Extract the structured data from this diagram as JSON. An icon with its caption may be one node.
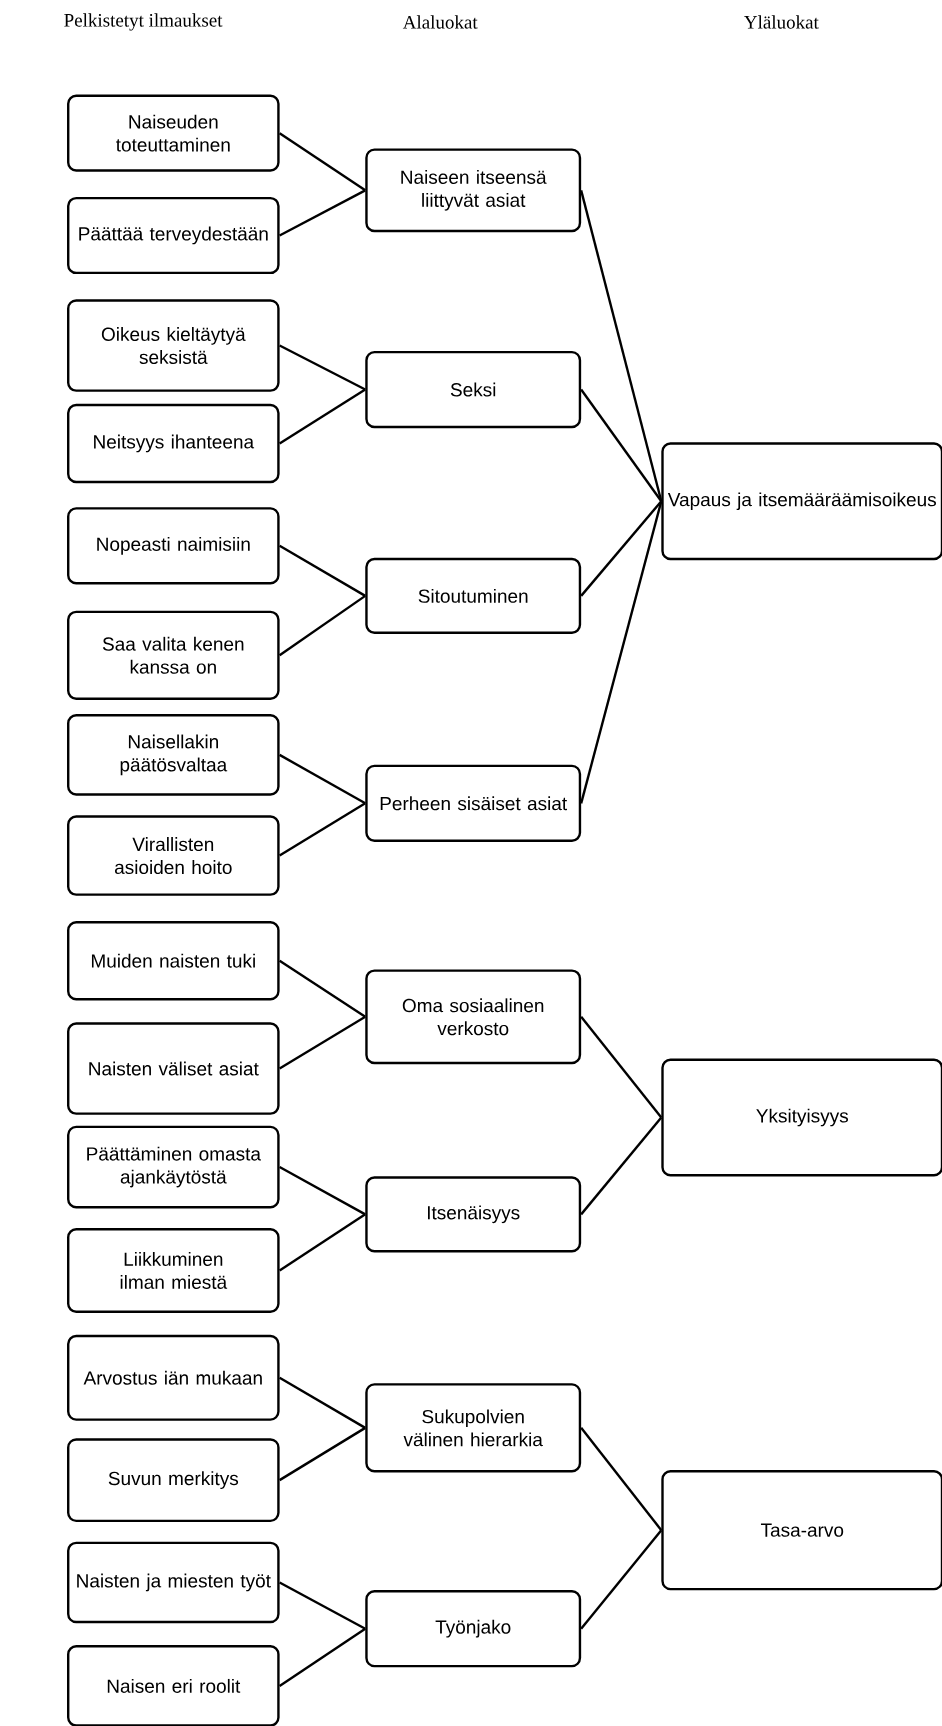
{
  "diagram": {
    "nodes": [
      {
        "text": [
          "Naiseuden toteuttaminen"
        ]
      },
      {
        "text": [
          "Päättää terveydestään"
        ]
      },
      {
        "text": [
          "Oikeus kieltäytyä seksistä"
        ]
      },
      {
        "text": [
          "Neitsyys ihanteena"
        ]
      },
      {
        "text": [
          "Nopeasti naimisiin"
        ]
      },
      {
        "text": [
          "Saa valita kenen kanssa on"
        ]
      },
      {
        "text": [
          "Naisellakin päätösvaltaa"
        ]
      },
      {
        "text": [
          "Virallisten asioiden hoito"
        ]
      },
      {
        "text": [
          "Muiden naisten tuki"
        ]
      },
      {
        "text": [
          "Naisten väliset asiat"
        ]
      },
      {
        "text": [
          "Päättäminen omasta ajankäytöstä"
        ]
      },
      {
        "text": [
          "Liikkuminen ilman miestä"
        ]
      },
      {
        "text": [
          "Arvostus iän mukaan"
        ]
      },
      {
        "text": [
          "Suvun merkitys"
        ]
      },
      {
        "text": [
          "Naisten ja miesten työt"
        ]
      },
      {
        "text": [
          "Naisen eri roolit"
        ]
      },
      {
        "text": [
          "Naiseen itseensä liittyvät asiat"
        ]
      },
      {
        "text": [
          "Seksi"
        ]
      },
      {
        "text": [
          "Sitoutuminen"
        ]
      },
      {
        "text": [
          "Perheen sisäiset asiat"
        ]
      },
      {
        "text": [
          "Oma sosiaalinen verkosto"
        ]
      },
      {
        "text": [
          "Itsenäisyys"
        ]
      },
      {
        "text": [
          "Sukupolvien välinen hierarkia"
        ]
      },
      {
        "text": [
          "Työnjako"
        ]
      },
      {
        "text": [
          "Vapaus ja itsemääräämisoikeus"
        ]
      },
      {
        "text": [
          "Yksityisyys"
        ]
      },
      {
        "text": [
          "Tasa-arvo"
        ]
      }
    ],
    "edges": [
      {
        "from": 0,
        "to": 16,
        "arrow": "none"
      },
      {
        "from": 1,
        "to": 16,
        "arrow": "none"
      },
      {
        "from": 2,
        "to": 17,
        "arrow": "none"
      },
      {
        "from": 3,
        "to": 17,
        "arrow": "none"
      },
      {
        "from": 4,
        "to": 18,
        "arrow": "none"
      },
      {
        "from": 5,
        "to": 18,
        "arrow": "none"
      },
      {
        "from": 6,
        "to": 19,
        "arrow": "none"
      },
      {
        "from": 7,
        "to": 19,
        "arrow": "none"
      },
      {
        "from": 8,
        "to": 20,
        "arrow": "none"
      },
      {
        "from": 9,
        "to": 20,
        "arrow": "none"
      },
      {
        "from": 10,
        "to": 21,
        "arrow": "none"
      },
      {
        "from": 11,
        "to": 21,
        "arrow": "none"
      },
      {
        "from": 12,
        "to": 22,
        "arrow": "none"
      },
      {
        "from": 13,
        "to": 22,
        "arrow": "none"
      },
      {
        "from": 14,
        "to": 23,
        "arrow": "none"
      },
      {
        "from": 15,
        "to": 23,
        "arrow": "none"
      },
      {
        "from": 16,
        "to": 24,
        "arrow": "none"
      },
      {
        "from": 17,
        "to": 24,
        "arrow": "none"
      },
      {
        "from": 18,
        "to": 24,
        "arrow": "none"
      },
      {
        "from": 19,
        "to": 24,
        "arrow": "none"
      },
      {
        "from": 20,
        "to": 25,
        "arrow": "none"
      },
      {
        "from": 21,
        "to": 25,
        "arrow": "none"
      },
      {
        "from": 22,
        "to": 26,
        "arrow": "none"
      },
      {
        "from": 23,
        "to": 26,
        "arrow": "none"
      }
    ],
    "labels": [
      "Pelkistetyt ilmaukset",
      "Alaluokat",
      "Yläluokat"
    ]
  }
}
